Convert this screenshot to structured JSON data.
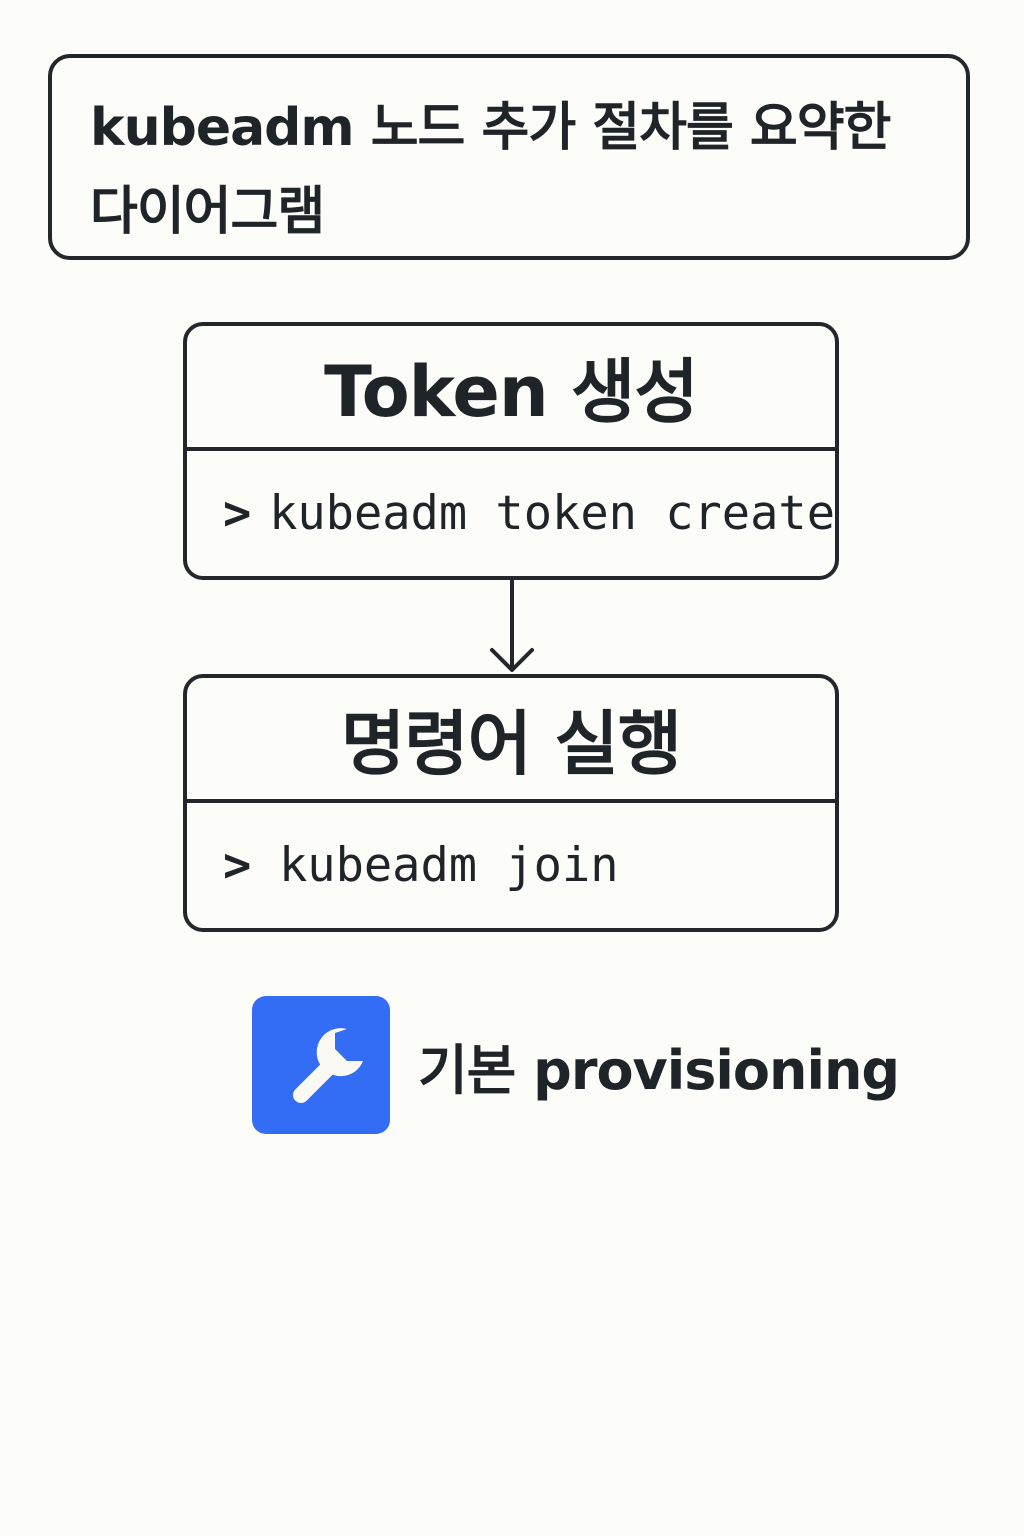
{
  "title": "kubeadm 노드 추가 절차를 요약한 다이어그램",
  "steps": [
    {
      "header": "Token 생성",
      "prompt": ">",
      "command": "kubeadm token create"
    },
    {
      "header": "명령어 실행",
      "prompt": ">",
      "command": "kubeadm join"
    }
  ],
  "legend": {
    "icon": "wrench-icon",
    "icon_color": "#336df5",
    "label": "기본 provisioning"
  },
  "colors": {
    "stroke": "#23272b",
    "background": "#fcfcf9"
  }
}
